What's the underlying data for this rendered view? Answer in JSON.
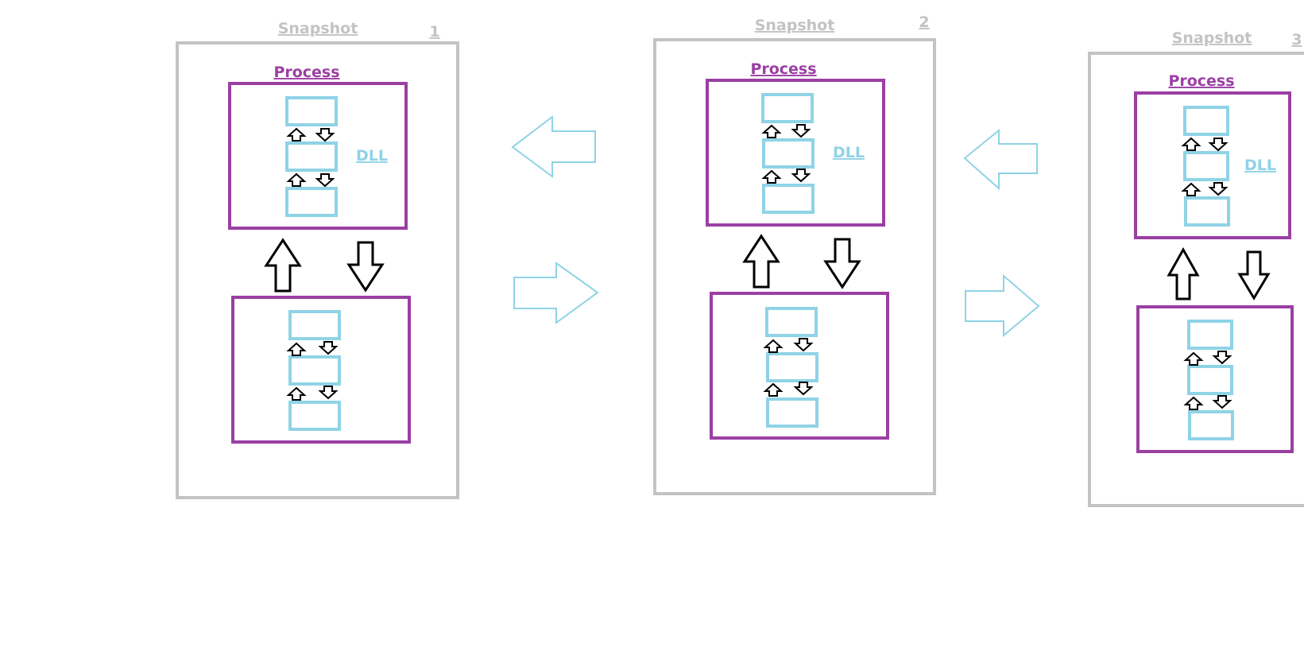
{
  "colors": {
    "snapshot_border": "#c3c3c3",
    "process_border": "#9b3fa3",
    "dll_block": "#8fd3e6",
    "arrow_black": "#000000",
    "arrow_nav": "#8fd3e6"
  },
  "snapshots": [
    {
      "label": "Snapshot",
      "number": "1",
      "process_label": "Process",
      "dll_label": "DLL"
    },
    {
      "label": "Snapshot",
      "number": "2",
      "process_label": "Process",
      "dll_label": "DLL"
    },
    {
      "label": "Snapshot",
      "number": "3",
      "process_label": "Process",
      "dll_label": "DLL"
    }
  ]
}
